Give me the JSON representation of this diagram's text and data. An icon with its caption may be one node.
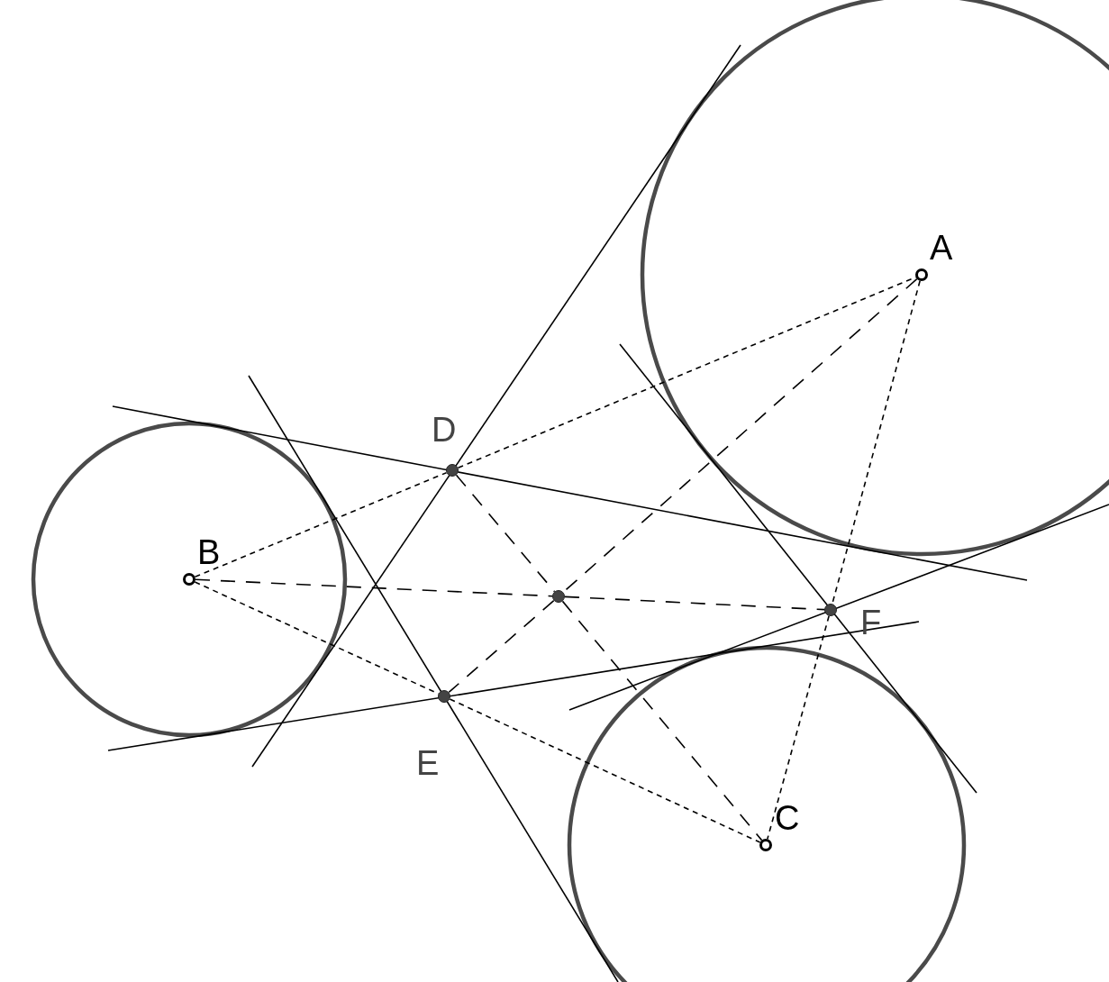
{
  "diagram": {
    "nodes": [
      {
        "text": [],
        "shape": "circle",
        "beside": [
          "A"
        ]
      },
      {
        "text": [],
        "shape": "circle",
        "beside": [
          "B"
        ]
      },
      {
        "text": [],
        "shape": "circle",
        "beside": [
          "C"
        ]
      },
      {
        "text": [],
        "shape": "circle",
        "beside": [
          "D"
        ]
      },
      {
        "text": [],
        "shape": "circle",
        "beside": [
          "E"
        ]
      },
      {
        "text": [],
        "shape": "circle",
        "beside": [
          "F"
        ]
      },
      {
        "text": [],
        "shape": "circle"
      }
    ],
    "edges": [
      {
        "from": 1,
        "to": 3,
        "arrow": "none",
        "style": "dashed"
      },
      {
        "from": 3,
        "to": 0,
        "arrow": "none",
        "style": "dashed"
      },
      {
        "from": 1,
        "to": 4,
        "arrow": "none",
        "style": "dashed"
      },
      {
        "from": 4,
        "to": 2,
        "arrow": "none",
        "style": "dashed"
      },
      {
        "from": 0,
        "to": 5,
        "arrow": "none",
        "style": "dashed"
      },
      {
        "from": 5,
        "to": 2,
        "arrow": "none",
        "style": "dashed"
      },
      {
        "from": 3,
        "to": 6,
        "arrow": "none",
        "style": "dashed"
      },
      {
        "from": 6,
        "to": 2,
        "arrow": "none",
        "style": "dashed"
      },
      {
        "from": 0,
        "to": 6,
        "arrow": "none",
        "style": "dashed"
      },
      {
        "from": 6,
        "to": 4,
        "arrow": "none",
        "style": "dashed"
      },
      {
        "from": 1,
        "to": 6,
        "arrow": "none",
        "style": "dashed"
      },
      {
        "from": 6,
        "to": 5,
        "arrow": "none",
        "style": "dashed"
      }
    ]
  }
}
